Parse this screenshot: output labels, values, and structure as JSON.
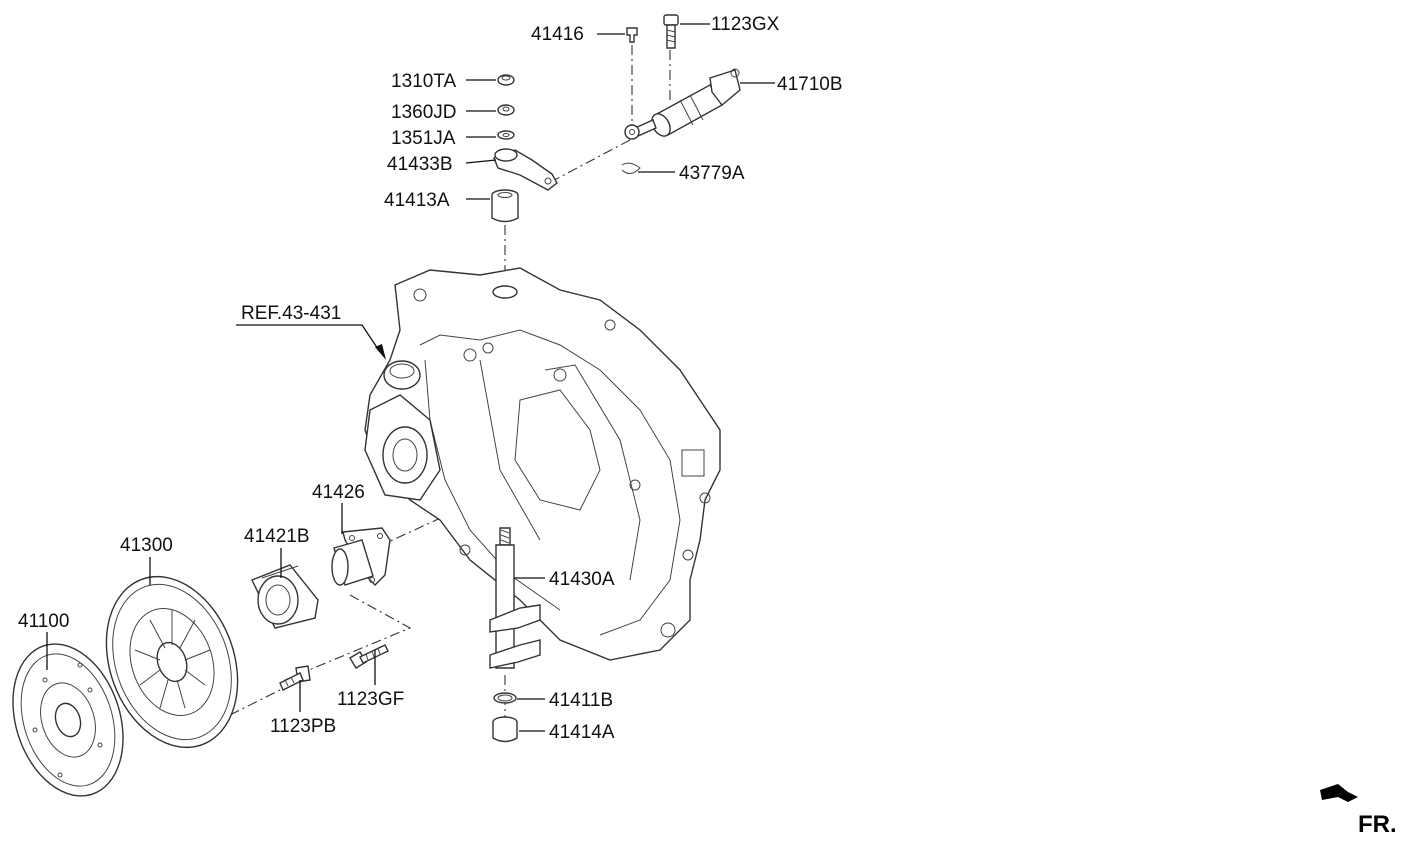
{
  "diagram": {
    "labels": {
      "l41416": "41416",
      "l1123GX": "1123GX",
      "l1310TA": "1310TA",
      "l41710B": "41710B",
      "l1360JD": "1360JD",
      "l1351JA": "1351JA",
      "l41433B": "41433B",
      "l43779A": "43779A",
      "l41413A": "41413A",
      "ref": "REF.43-431",
      "l41426": "41426",
      "l41421B": "41421B",
      "l41300": "41300",
      "l41430A": "41430A",
      "l41100": "41100",
      "l1123GF": "1123GF",
      "l41411B": "41411B",
      "l1123PB": "1123PB",
      "l41414A": "41414A",
      "fr": "FR."
    },
    "colors": {
      "line": "#333333",
      "text": "#111111",
      "background": "#ffffff"
    }
  }
}
